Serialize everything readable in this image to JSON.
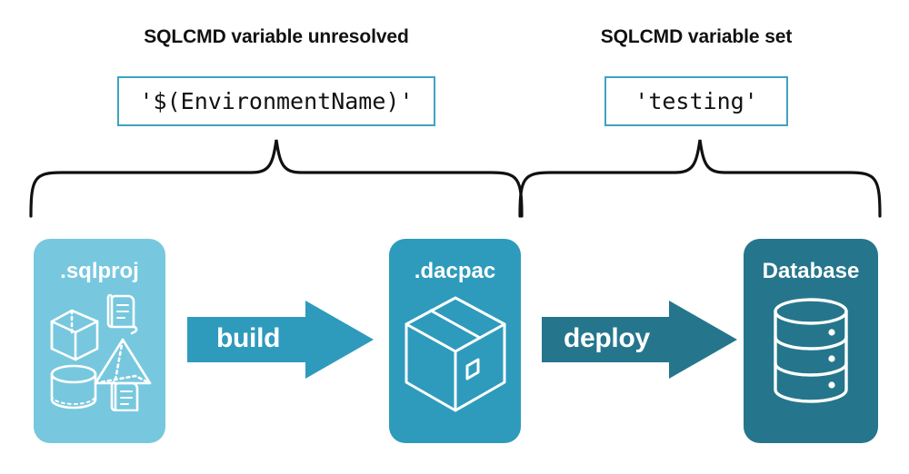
{
  "diagram": {
    "title_left": "SQLCMD variable unresolved",
    "title_right": "SQLCMD variable set",
    "code_left": "'$(EnvironmentName)'",
    "code_right": "'testing'",
    "stages": [
      {
        "id": "sqlproj",
        "label": ".sqlproj",
        "color": "#77C8DE",
        "icons": [
          "cube-icon",
          "scroll-icon",
          "pyramid-icon",
          "cylinder-icon",
          "scroll-icon"
        ]
      },
      {
        "id": "dacpac",
        "label": ".dacpac",
        "color": "#2E9BBC",
        "icons": [
          "package-box-icon"
        ]
      },
      {
        "id": "database",
        "label": "Database",
        "color": "#25768C",
        "icons": [
          "database-cylinder-icon"
        ]
      }
    ],
    "arrows": [
      {
        "id": "build",
        "label": "build",
        "color": "#2E9BBC"
      },
      {
        "id": "deploy",
        "label": "deploy",
        "color": "#25768C"
      }
    ],
    "brace_left_name": "brace-build-scope",
    "brace_right_name": "brace-deploy-scope",
    "accent_border": "#3FA3C0",
    "text_color": "#111111",
    "background": "#ffffff"
  }
}
